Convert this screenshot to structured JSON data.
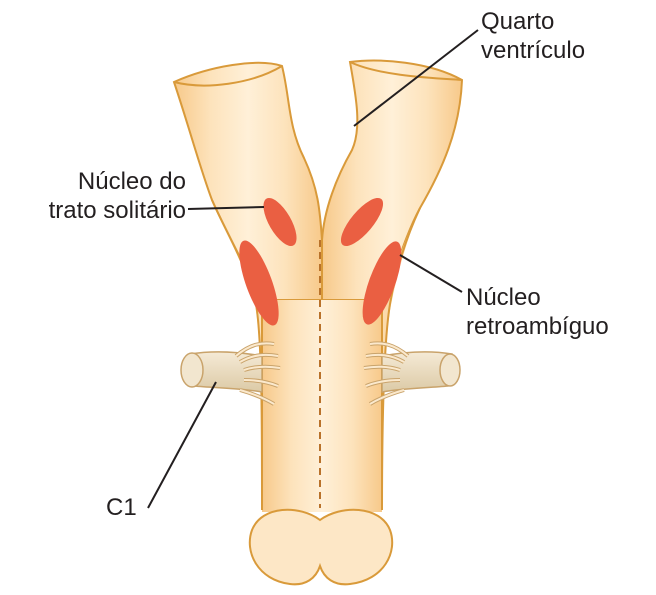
{
  "labels": {
    "quarto_ventriculo": [
      "Quarto",
      "ventrículo"
    ],
    "nucleo_trato_solitario": [
      "Núcleo do",
      "trato solitário"
    ],
    "nucleo_retroambiguo": [
      "Núcleo",
      "retroambíguo"
    ],
    "c1": "C1"
  },
  "colors": {
    "tissue_fill": "#fde0b4",
    "tissue_outline": "#d99a3a",
    "nucleus_fill": "#ea5f42",
    "root_fill": "#ecdcbf",
    "leader_line": "#231f20"
  }
}
